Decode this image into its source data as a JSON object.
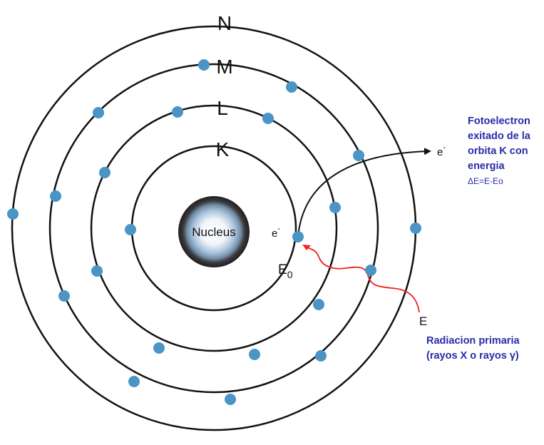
{
  "shells": [
    "K",
    "L",
    "M",
    "N"
  ],
  "nucleus": "Nucleus",
  "electron_label": "e",
  "electron_superscript": "-",
  "binding_energy": {
    "symbol": "E",
    "subscript": "0"
  },
  "incident_energy": "E",
  "photoelectron_note": [
    "Fotoelectron",
    "exitado de la",
    "orbita K con",
    "energia",
    "ΔE=E-Eo"
  ],
  "primary_radiation_note": [
    "Radiacion primaria",
    "(rayos X o rayos γ)"
  ],
  "colors": {
    "electron": "#4a95c6",
    "incoming_radiation": "#ee2222",
    "note_text": "#2a2aa8",
    "orbit": "#111111"
  }
}
